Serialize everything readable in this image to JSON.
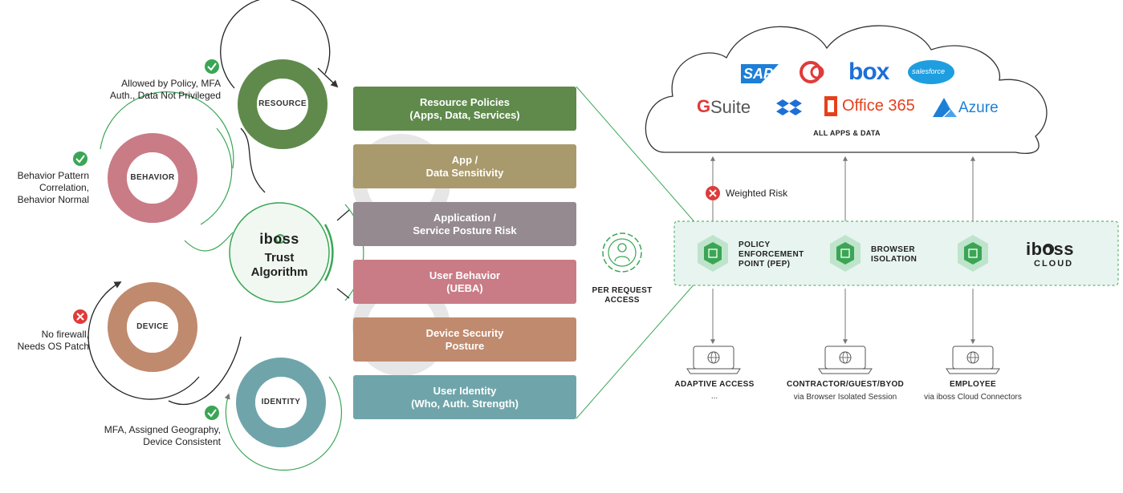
{
  "colors": {
    "green_accent": "#3aa655",
    "red_x": "#e03a3a",
    "resource": "#5f8a4c",
    "sensitivity": "#a89a6c",
    "posture": "#958a90",
    "behavior": "#c97c86",
    "device": "#c08a6e",
    "identity": "#6fa5aa"
  },
  "rings": {
    "resource": {
      "label": "RESOURCE",
      "note": "Allowed by Policy, MFA\nAuth., Data Not Privileged"
    },
    "behavior": {
      "label": "BEHAVIOR",
      "note": "Behavior Pattern\nCorrelation,\nBehavior Normal"
    },
    "device": {
      "label": "DEVICE",
      "note": "No firewall,\nNeeds OS Patch"
    },
    "identity": {
      "label": "IDENTITY",
      "note": "MFA, Assigned Geography,\nDevice Consistent"
    }
  },
  "trust": {
    "brand": "iboss",
    "line1": "Trust",
    "line2": "Algorithm"
  },
  "bars": [
    {
      "label": "Resource Policies\n(Apps, Data, Services)"
    },
    {
      "label": "App /\nData Sensitivity"
    },
    {
      "label": "Application /\nService Posture Risk"
    },
    {
      "label": "User Behavior\n(UEBA)"
    },
    {
      "label": "Device Security\nPosture"
    },
    {
      "label": "User Identity\n(Who, Auth. Strength)"
    }
  ],
  "per_request": {
    "label": "PER REQUEST\nACCESS"
  },
  "cloud": {
    "caption": "ALL APPS & DATA",
    "logos": {
      "sap": "SAP",
      "box": "box",
      "salesforce": "salesforce",
      "gsuite_g": "G",
      "gsuite": "Suite",
      "office": "Office 365",
      "azure": "Azure"
    }
  },
  "weighted_risk": "Weighted Risk",
  "band": {
    "pep": "POLICY\nENFORCEMENT\nPOINT (PEP)",
    "browser": "BROWSER\nISOLATION",
    "brand": "iboss",
    "brand_sub": "CLOUD"
  },
  "devices": [
    {
      "title": "ADAPTIVE ACCESS",
      "sub": "..."
    },
    {
      "title": "CONTRACTOR/GUEST/BYOD",
      "sub": "via Browser Isolated Session"
    },
    {
      "title": "EMPLOYEE",
      "sub": "via iboss Cloud Connectors"
    }
  ]
}
